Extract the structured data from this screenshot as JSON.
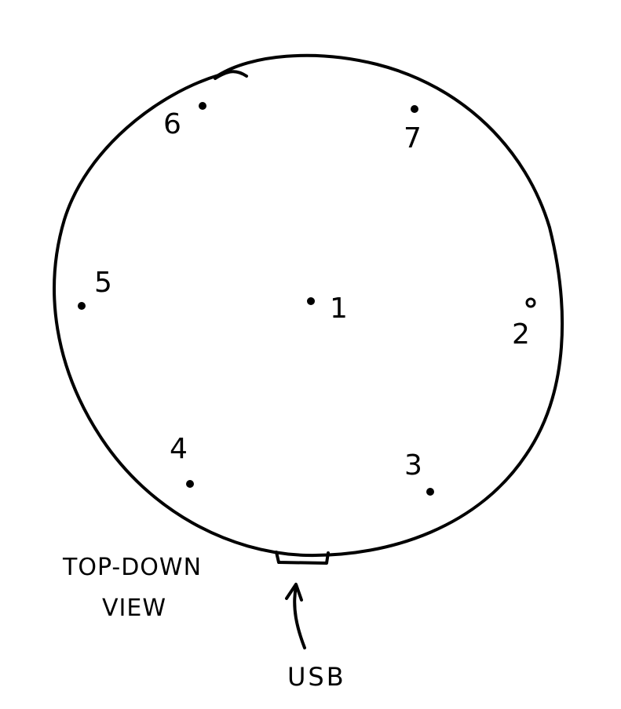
{
  "diagram": {
    "points": [
      {
        "id": "point-1",
        "label": "1"
      },
      {
        "id": "point-2",
        "label": "2"
      },
      {
        "id": "point-3",
        "label": "3"
      },
      {
        "id": "point-4",
        "label": "4"
      },
      {
        "id": "point-5",
        "label": "5"
      },
      {
        "id": "point-6",
        "label": "6"
      },
      {
        "id": "point-7",
        "label": "7"
      }
    ],
    "caption_line1": "TOP-DOWN",
    "caption_line2": "VIEW",
    "usb_label": "USB",
    "stroke_color": "#000000",
    "background_color": "#ffffff"
  }
}
